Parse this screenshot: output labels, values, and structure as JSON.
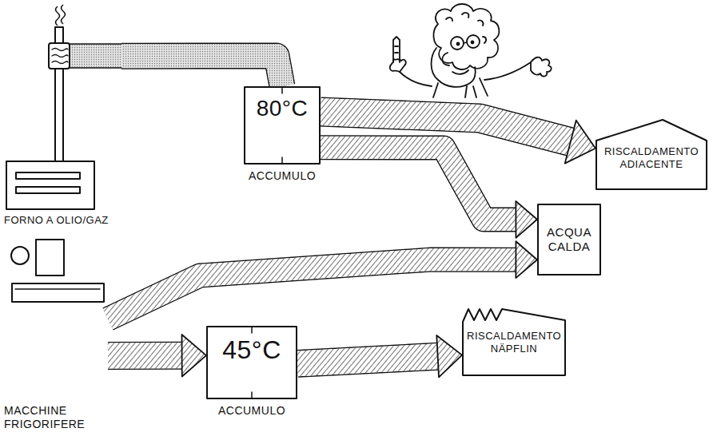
{
  "diagram": {
    "nodes": [
      {
        "text": [
          "FORNO A OLIO/GAZ"
        ]
      },
      {
        "text": [
          "80°C",
          "ACCUMULO"
        ]
      },
      {
        "text": [
          "RISCALDAMENTO ADIACENTE"
        ]
      },
      {
        "text": [
          "ACQUA CALDA"
        ]
      },
      {
        "text": [
          "MACCHINE FRIGORIFERE"
        ]
      },
      {
        "text": [
          "45°C",
          "ACCUMULO"
        ]
      },
      {
        "text": [
          "RISCALDAMENTO NÄPFLIN"
        ]
      }
    ],
    "edges": [
      {
        "from": 0,
        "to": 1,
        "arrow": "none"
      },
      {
        "from": 1,
        "to": 2,
        "arrow": "to"
      },
      {
        "from": 1,
        "to": 3,
        "arrow": "to"
      },
      {
        "from": 4,
        "to": 3,
        "arrow": "to"
      },
      {
        "from": 4,
        "to": 5,
        "arrow": "to"
      },
      {
        "from": 5,
        "to": 6,
        "arrow": "to"
      }
    ]
  }
}
